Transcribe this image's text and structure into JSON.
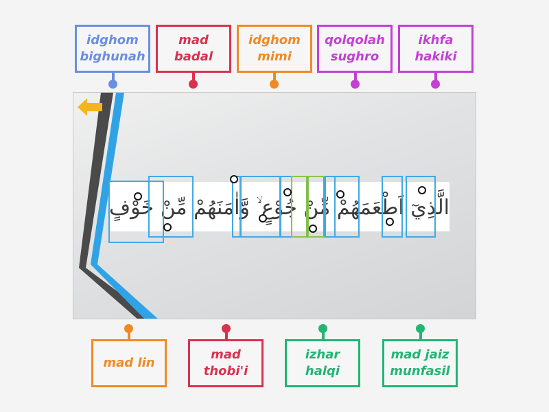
{
  "top_labels": [
    {
      "text": "idghom\nbighunah",
      "color": "#6a8fe0"
    },
    {
      "text": "mad badal",
      "color": "#d9324f"
    },
    {
      "text": "idghom\nmimi",
      "color": "#f08a24"
    },
    {
      "text": "qolqolah\nsughro",
      "color": "#c43fd6"
    },
    {
      "text": "ikhfa\nhakiki",
      "color": "#c43fd6"
    }
  ],
  "bottom_labels": [
    {
      "text": "mad lin",
      "color": "#f08a24"
    },
    {
      "text": "mad\nthobi'i",
      "color": "#d9324f"
    },
    {
      "text": "izhar halqi",
      "color": "#22b573"
    },
    {
      "text": "mad jaiz\nmunfasil",
      "color": "#22b573"
    }
  ],
  "slide": {
    "back_icon": "arrow-left-icon",
    "arabic_text": "الَّذِيٓ اَطْعَمَهُمْ مِّنْ جُوْعٍ ۙ وَّاٰمَنَهُمْ مِّنْ خَوْفٍ",
    "target_color": "#41a9e4",
    "target_alt_color": "#8bc34a"
  }
}
